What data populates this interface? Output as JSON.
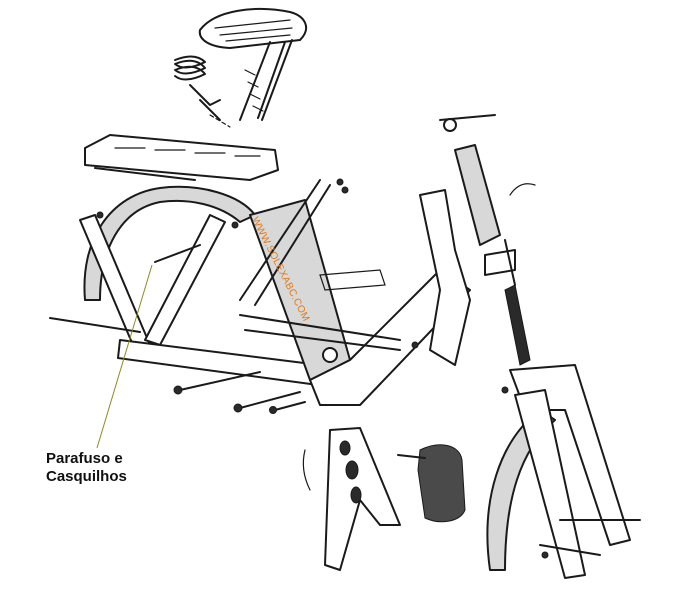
{
  "watermark": {
    "text": "WWW.SOLEXABC.COM",
    "color": "#e07a18"
  },
  "callout": {
    "line1": "Parafuso e",
    "line2": "Casquilhos",
    "leader_color": "#8a8a2a"
  }
}
